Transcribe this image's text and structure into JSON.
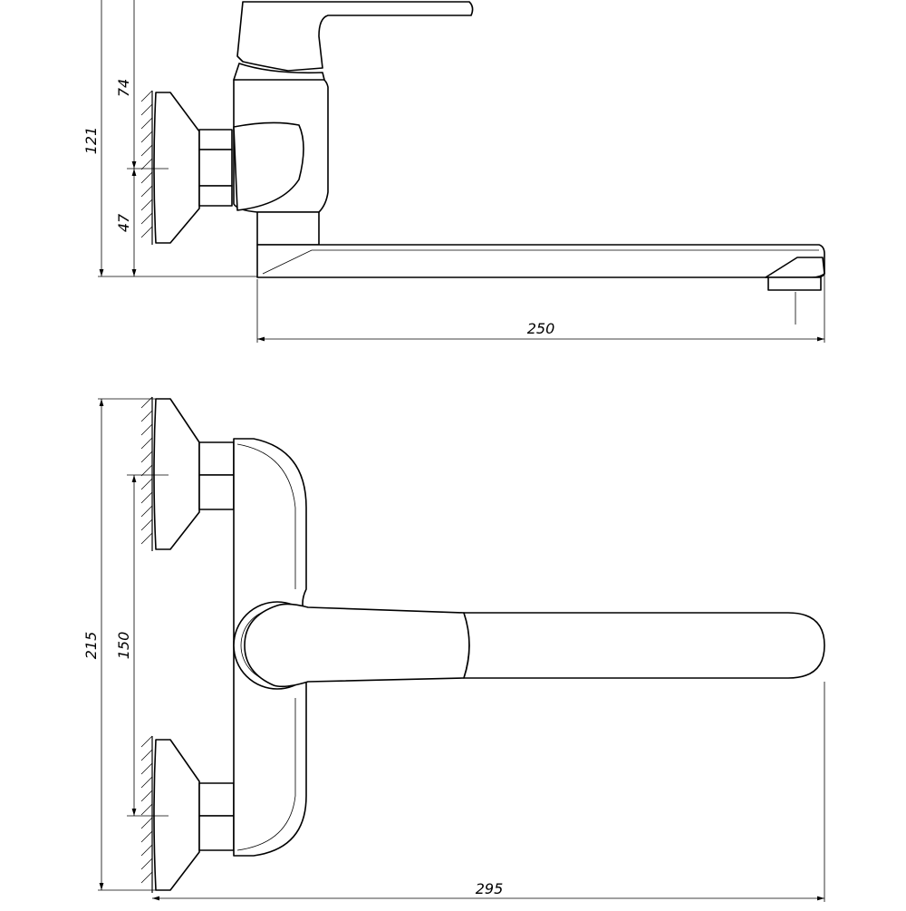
{
  "dimensions": {
    "side_view": {
      "overall_height": "121",
      "upper_height": "74",
      "lower_height": "47",
      "spout_reach": "250"
    },
    "top_view": {
      "overall_height": "215",
      "center_distance": "150",
      "overall_width": "295"
    }
  }
}
